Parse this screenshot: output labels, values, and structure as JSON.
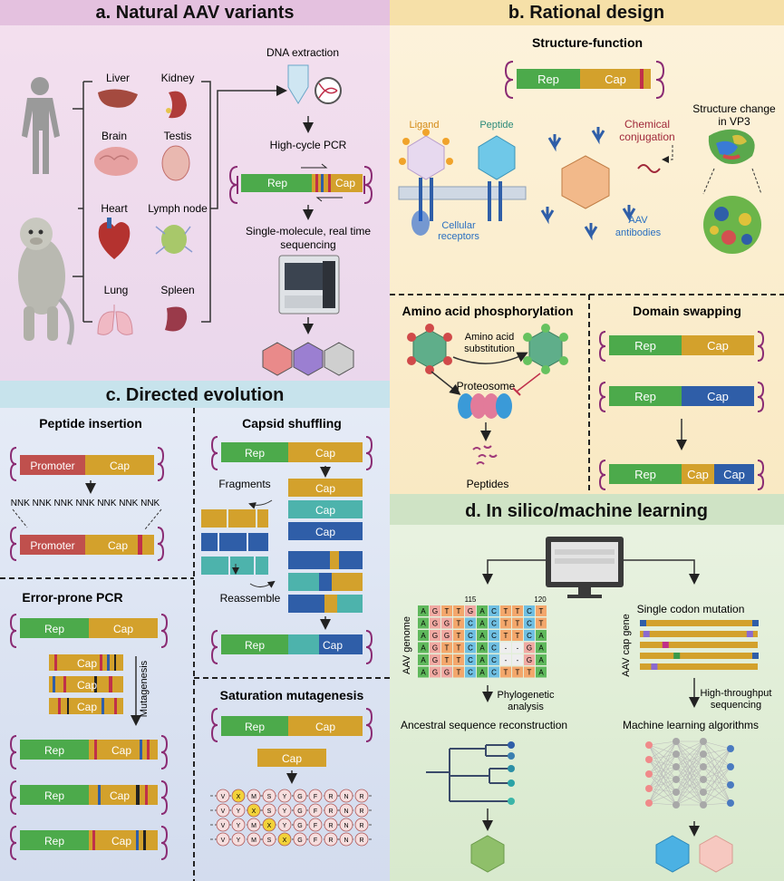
{
  "panels": {
    "a": {
      "title": "a. Natural AAV variants",
      "tissues": [
        "Liver",
        "Kidney",
        "Brain",
        "Testis",
        "Heart",
        "Lymph node",
        "Lung",
        "Spleen"
      ],
      "steps": [
        "DNA extraction",
        "High-cycle PCR",
        "Single-molecule, real time",
        "sequencing"
      ],
      "construct": {
        "rep": "Rep",
        "cap": "Cap"
      }
    },
    "b": {
      "title": "b. Rational design",
      "structure_function": "Structure-function",
      "construct": {
        "rep": "Rep",
        "cap": "Cap"
      },
      "labels": {
        "ligand": "Ligand",
        "peptide": "Peptide",
        "chem1": "Chemical",
        "chem2": "conjugation",
        "struct1": "Structure change",
        "struct2": "in VP3",
        "cell1": "Cellular",
        "cell2": "receptors",
        "ab1": "AAV",
        "ab2": "antibodies"
      },
      "phospho": {
        "title": "Amino acid phosphorylation",
        "sub1": "Amino acid",
        "sub2": "substitution",
        "proteosome": "Proteosome",
        "peptides": "Peptides"
      },
      "domain": {
        "title": "Domain swapping",
        "rep": "Rep",
        "cap": "Cap"
      }
    },
    "c": {
      "title": "c. Directed evolution",
      "peptide_insertion": {
        "title": "Peptide insertion",
        "promoter": "Promoter",
        "cap": "Cap",
        "nnk": "NNK NNK NNK NNK NNK NNK NNK"
      },
      "capsid_shuffling": {
        "title": "Capsid shuffling",
        "rep": "Rep",
        "cap": "Cap",
        "fragments": "Fragments",
        "reassemble": "Reassemble"
      },
      "error_prone": {
        "title": "Error-prone PCR",
        "rep": "Rep",
        "cap": "Cap",
        "mutagenesis": "Mutagenesis"
      },
      "saturation": {
        "title": "Saturation mutagenesis",
        "rep": "Rep",
        "cap": "Cap",
        "rows": [
          [
            "V",
            "X",
            "M",
            "S",
            "Y",
            "G",
            "F",
            "R",
            "N",
            "R"
          ],
          [
            "V",
            "Y",
            "X",
            "S",
            "Y",
            "G",
            "F",
            "R",
            "N",
            "R"
          ],
          [
            "V",
            "Y",
            "M",
            "X",
            "Y",
            "G",
            "F",
            "R",
            "N",
            "R"
          ],
          [
            "V",
            "Y",
            "M",
            "S",
            "X",
            "G",
            "F",
            "R",
            "N",
            "R"
          ]
        ],
        "highlight": [
          1,
          2,
          3,
          4
        ]
      }
    },
    "d": {
      "title": "d. In silico/machine learning",
      "genome_label": "AAV genome",
      "pos115": "115",
      "pos120": "120",
      "alignment": [
        [
          "A",
          "G",
          "T",
          "T",
          "G",
          "A",
          "C",
          "T",
          "T",
          "C",
          "T"
        ],
        [
          "A",
          "G",
          "G",
          "T",
          "C",
          "A",
          "C",
          "T",
          "T",
          "C",
          "T"
        ],
        [
          "A",
          "G",
          "G",
          "T",
          "C",
          "A",
          "C",
          "T",
          "T",
          "C",
          "A"
        ],
        [
          "A",
          "G",
          "T",
          "T",
          "C",
          "A",
          "C",
          "-",
          "-",
          "G",
          "A"
        ],
        [
          "A",
          "G",
          "T",
          "T",
          "C",
          "A",
          "C",
          "-",
          "-",
          "G",
          "A"
        ],
        [
          "A",
          "G",
          "G",
          "T",
          "C",
          "A",
          "C",
          "T",
          "T",
          "T",
          "A"
        ]
      ],
      "phylo1": "Phylogenetic",
      "phylo2": "analysis",
      "ancestral": "Ancestral sequence reconstruction",
      "single_codon": "Single codon mutation",
      "cap_gene": "AAV cap gene",
      "hts1": "High-throughput",
      "hts2": "sequencing",
      "ml": "Machine learning algorithms"
    }
  },
  "colors": {
    "rep": "#4caa4b",
    "cap": "#d3a12c",
    "promoter": "#c0504d",
    "blue": "#2f5ea8",
    "teal": "#4db3ac",
    "itr": "#8a2b73",
    "bgA": "#efd6e7",
    "bgB": "#fbeecd",
    "bgC": "#dfe6f3",
    "bgD": "#e2eed9",
    "nucA": "#5fb85c",
    "nucG": "#f0a9a2",
    "nucT": "#f3a76c",
    "nucC": "#6fbfe2"
  }
}
